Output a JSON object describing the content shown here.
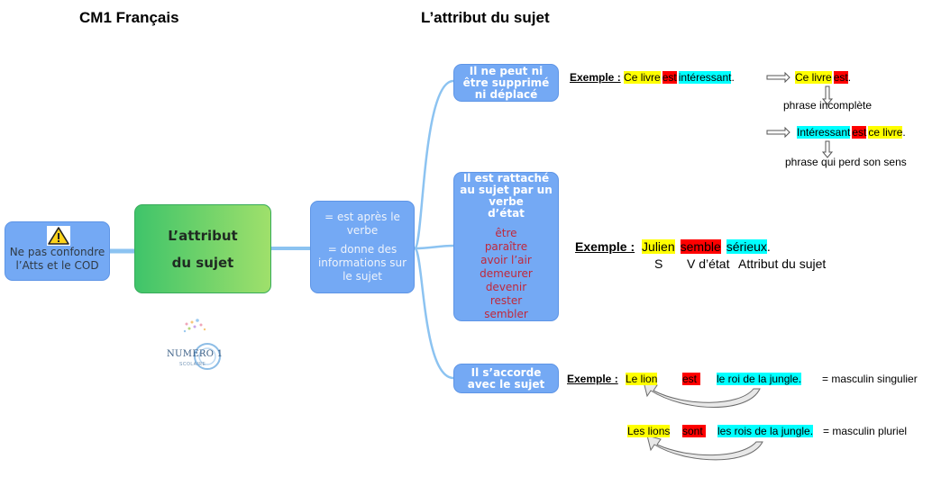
{
  "header": {
    "left_title": "CM1 Français",
    "main_title": "L’attribut du sujet"
  },
  "central": {
    "line1": "L’attribut",
    "line2": "du sujet"
  },
  "warning": {
    "icon": "warning-triangle-icon",
    "line1": "Ne pas confondre",
    "line2": "l’Atts et le COD"
  },
  "middle": {
    "line1": "= est après le",
    "line2": "verbe",
    "line3": "= donne des",
    "line4": "informations sur",
    "line5": "le sujet"
  },
  "branches": {
    "b1": {
      "line1": "Il ne peut ni",
      "line2": "être supprimé",
      "line3": "ni déplacé"
    },
    "b2": {
      "line1": "Il est rattaché",
      "line2": "au sujet par un",
      "line3": "verbe",
      "line4": "d’état",
      "verbs": [
        "être",
        "paraître",
        "avoir l’air",
        "demeurer",
        "devenir",
        "rester",
        "sembler"
      ]
    },
    "b3": {
      "line1": "Il s’accorde",
      "line2": "avec le sujet"
    }
  },
  "example1": {
    "label": "Exemple :",
    "s": "Ce livre",
    "v": "est",
    "a": "intéressant",
    "dot": ".",
    "t1_s": "Ce livre",
    "t1_v": "est",
    "t1_dot": ".",
    "t1_note": "phrase incomplète",
    "t2_a": "Intéressant",
    "t2_v": "est",
    "t2_s": "ce livre",
    "t2_dot": ".",
    "t2_note": "phrase qui perd son sens"
  },
  "example2": {
    "label": "Exemple :",
    "s": "Julien",
    "v": "semble",
    "a": "sérieux",
    "dot": ".",
    "lab_s": "S",
    "lab_v": "V d’état",
    "lab_a": "Attribut du sujet"
  },
  "example3": {
    "label": "Exemple :",
    "s": "Le lion",
    "v": "est",
    "a": "le roi de la jungle.",
    "note": "= masculin singulier",
    "s2": "Les lions",
    "v2": "sont",
    "a2": "les rois de la jungle.",
    "note2": "= masculin pluriel"
  },
  "logo": {
    "text": "NUMERO 1",
    "sub": "SCOLAIRE"
  },
  "colors": {
    "branch_blue": "#74a9f4",
    "central_green": "#3fc46a",
    "connector": "#8cc3f1",
    "verb_red": "#c0283b"
  }
}
